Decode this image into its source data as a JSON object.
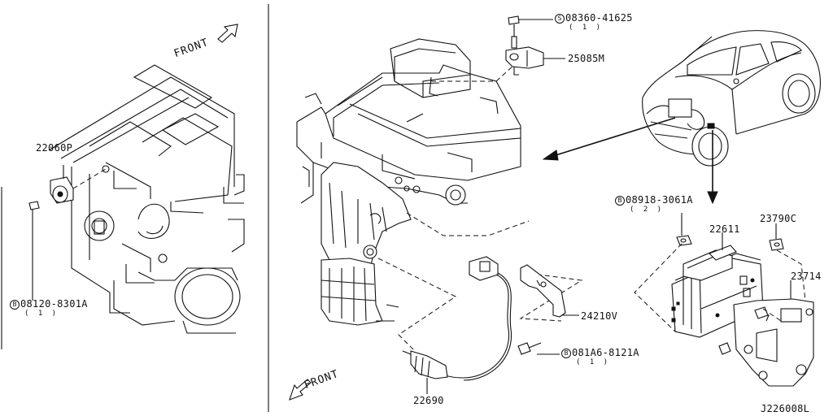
{
  "diagram": {
    "reference_code": "J226008L",
    "front_label": "FRONT",
    "parts": [
      {
        "id": "22060P",
        "label": "22060P"
      },
      {
        "id": "08120-8301A",
        "prefix": "B",
        "label": "08120-8301A",
        "qty": "( 1 )"
      },
      {
        "id": "08360-41625",
        "prefix": "S",
        "label": "08360-41625",
        "qty": "( 1 )"
      },
      {
        "id": "25085M",
        "label": "25085M"
      },
      {
        "id": "08918-3061A",
        "prefix": "B",
        "label": "08918-3061A",
        "qty": "( 2 )"
      },
      {
        "id": "22611",
        "label": "22611"
      },
      {
        "id": "23790C",
        "label": "23790C"
      },
      {
        "id": "23714",
        "label": "23714"
      },
      {
        "id": "24210V",
        "label": "24210V"
      },
      {
        "id": "081A6-8121A",
        "prefix": "B",
        "label": "081A6-8121A",
        "qty": "( 1 )"
      },
      {
        "id": "22690",
        "label": "22690"
      }
    ]
  }
}
